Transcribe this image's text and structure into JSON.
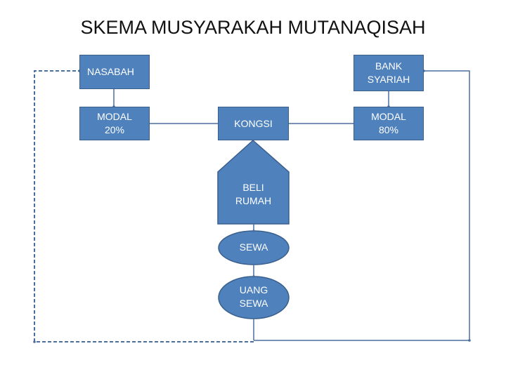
{
  "title": "SKEMA MUSYARAKAH MUTANAQISAH",
  "nodes": {
    "nasabah": "NASABAH",
    "bank": "BANK\nSYARIAH",
    "modal_nasabah": "MODAL\n20%",
    "kongsi": "KONGSI",
    "modal_bank": "MODAL\n80%",
    "beli_rumah": "BELI\nRUMAH",
    "sewa": "SEWA",
    "uang_sewa": "UANG\nSEWA"
  },
  "colors": {
    "fill": "#4f81bd",
    "border": "#3a5f8c",
    "line": "#4a6fa0"
  }
}
